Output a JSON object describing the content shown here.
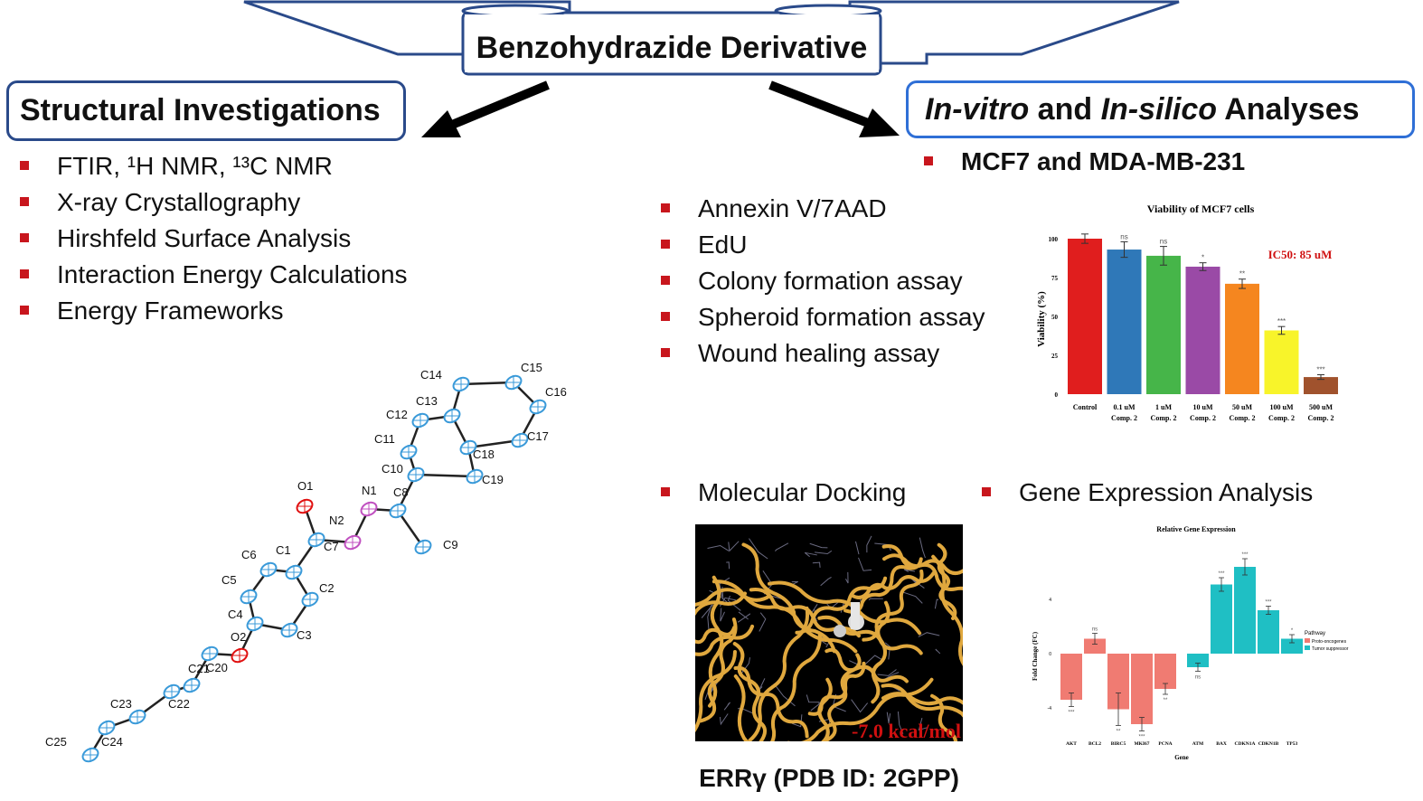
{
  "banner": {
    "title": "Benzohydrazide Derivative"
  },
  "left": {
    "heading": "Structural Investigations",
    "bullets": [
      "FTIR, ¹H NMR, ¹³C NMR",
      "X-ray Crystallography",
      "Hirshfeld Surface Analysis",
      "Interaction Energy Calculations",
      "Energy Frameworks"
    ],
    "atom_labels": [
      "C14",
      "C15",
      "C16",
      "C13",
      "C12",
      "C17",
      "C11",
      "C18",
      "C10",
      "C19",
      "O1",
      "N1",
      "C8",
      "N2",
      "C7",
      "C9",
      "C6",
      "C1",
      "C5",
      "C2",
      "C4",
      "C3",
      "O2",
      "C20",
      "C21",
      "C23",
      "C22",
      "C25",
      "C24"
    ]
  },
  "right": {
    "heading_it1": "In-vitro",
    "heading_mid": " and ",
    "heading_it2": "In-silico",
    "heading_end": " Analyses",
    "cells_bullet": "MCF7 and MDA-MB-231",
    "assays": [
      "Annexin V/7AAD",
      "EdU",
      "Colony formation assay",
      "Spheroid formation assay",
      "Wound healing assay"
    ],
    "docking_label": "Molecular Docking",
    "gene_label": "Gene Expression Analysis",
    "docking_energy": "-7.0 kcal/mol",
    "docking_caption": "ERRγ (PDB ID: 2GPP)"
  },
  "chart_data": [
    {
      "type": "bar",
      "title": "Viability of MCF7 cells",
      "ylabel": "Viability (%)",
      "ylim": [
        0,
        100
      ],
      "yticks": [
        0,
        25,
        50,
        75,
        100
      ],
      "annotation": "IC50: 85 uM",
      "categories": [
        "Control",
        "0.1 uM Comp. 2",
        "1 uM Comp. 2",
        "10 uM Comp. 2",
        "50 uM Comp. 2",
        "100 uM Comp. 2",
        "500 uM Comp. 2"
      ],
      "values": [
        100,
        93,
        89,
        82,
        71,
        41,
        11
      ],
      "errors": [
        3,
        5,
        6,
        2.5,
        3,
        2.5,
        1.5
      ],
      "significance": [
        "",
        "ns",
        "ns",
        "*",
        "**",
        "***",
        "***"
      ],
      "colors": [
        "#e01e1e",
        "#2f78b8",
        "#46b549",
        "#9a4aa6",
        "#f5861f",
        "#f8f42a",
        "#a0522d"
      ]
    },
    {
      "type": "bar",
      "title": "Relative Gene Expression",
      "xlabel": "Gene",
      "ylabel": "Fold Change (FC)",
      "ylim": [
        -5,
        7
      ],
      "yticks": [
        -4,
        0,
        4
      ],
      "legend_title": "Pathway",
      "legend": [
        "Proto-oncogenes",
        "Tumor suppressor"
      ],
      "legend_colors": [
        "#f07b72",
        "#1fbfc4"
      ],
      "categories": [
        "AKT",
        "BCL2",
        "BIRC5",
        "MKI67",
        "PCNA",
        "ATM",
        "BAX",
        "CDKN1A",
        "CDKN1B",
        "TP53"
      ],
      "values": [
        -3.4,
        1.1,
        -4.1,
        -5.2,
        -2.6,
        -1.0,
        5.1,
        6.4,
        3.2,
        1.1
      ],
      "errors": [
        0.5,
        0.4,
        1.2,
        0.5,
        0.4,
        0.3,
        0.5,
        0.6,
        0.3,
        0.3
      ],
      "significance": [
        "***",
        "ns",
        "**",
        "***",
        "**",
        "ns",
        "***",
        "***",
        "***",
        "*"
      ],
      "group": [
        0,
        0,
        0,
        0,
        0,
        1,
        1,
        1,
        1,
        1
      ]
    }
  ]
}
